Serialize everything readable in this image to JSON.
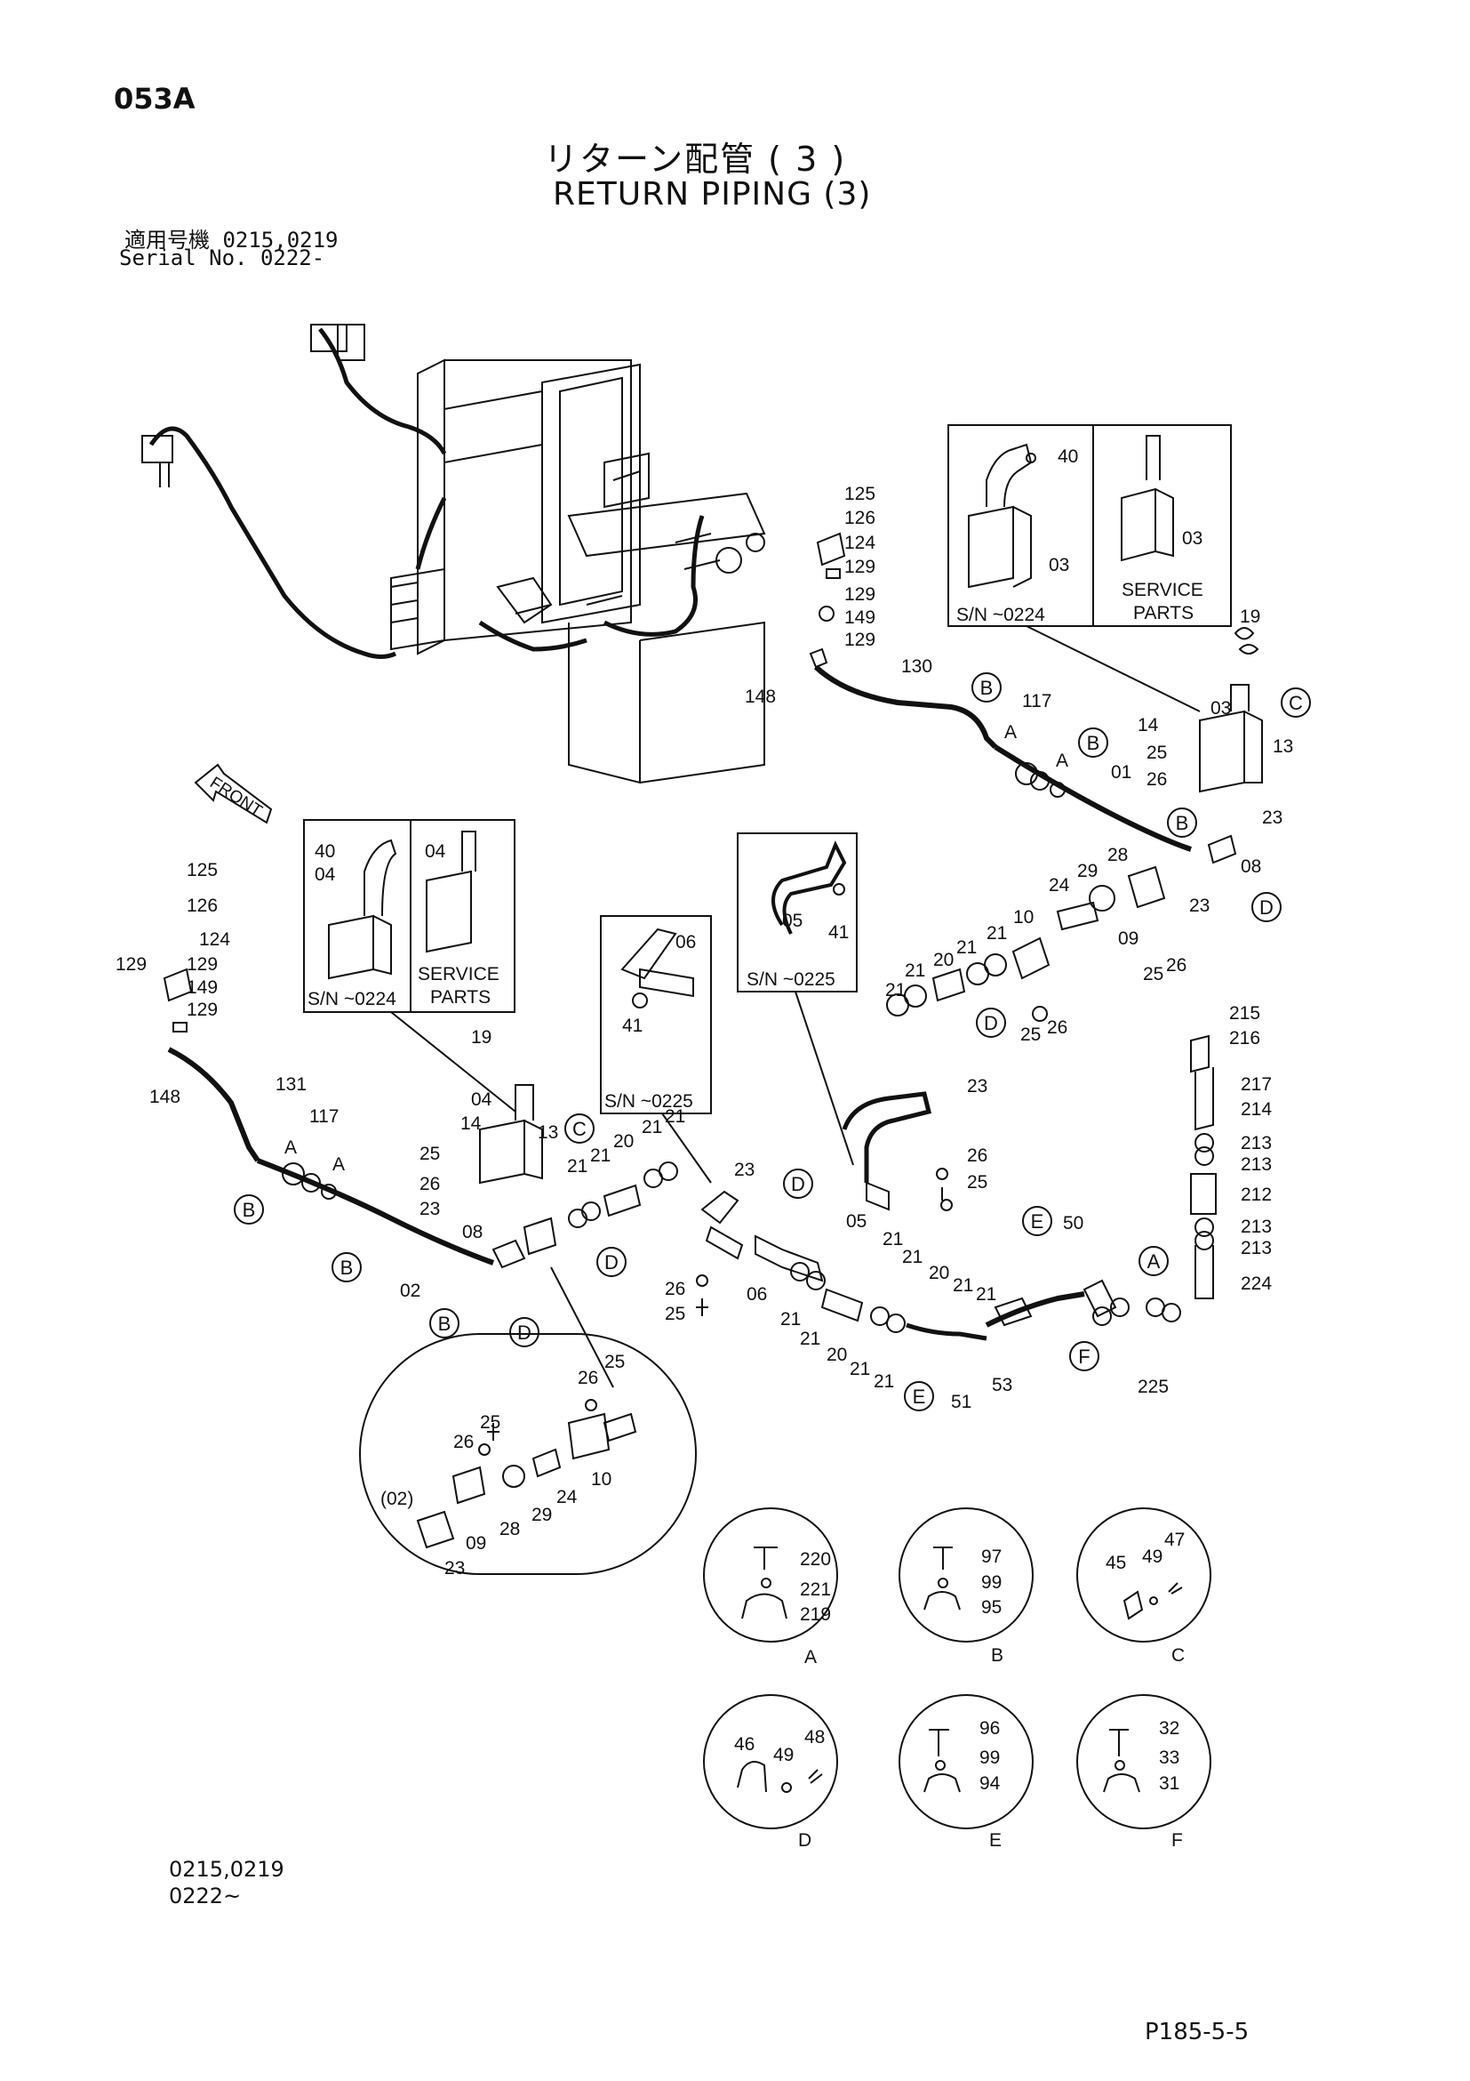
{
  "header": {
    "page_code": "053A",
    "title_jp": "リターン配管 ( 3 )",
    "title_en": "RETURN PIPING (3)",
    "serial_jp": "適用号機  0215,0219",
    "serial_en": "Serial No. 0222-"
  },
  "footer": {
    "applies_line1": "0215,0219",
    "applies_line2": "0222~",
    "page_ref": "P185-5-5"
  },
  "front_label": "FRONT",
  "insets": {
    "top_right": {
      "sn": "S/N ~0224",
      "service": [
        "SERVICE",
        "PARTS"
      ],
      "labels": [
        "40",
        "03",
        "03"
      ]
    },
    "left": {
      "sn": "S/N ~0224",
      "service": [
        "SERVICE",
        "PARTS"
      ],
      "labels": [
        "40",
        "04",
        "04"
      ]
    },
    "mid": {
      "sn": "S/N ~0225",
      "labels": [
        "06",
        "41"
      ]
    },
    "right": {
      "sn": "S/N ~0225",
      "labels": [
        "05",
        "41"
      ]
    }
  },
  "detail_oval_labels": [
    "(02)",
    "23",
    "09",
    "28",
    "29",
    "24",
    "10",
    "26",
    "25",
    "26",
    "25"
  ],
  "callouts": [
    "B",
    "B",
    "C",
    "D",
    "B",
    "D",
    "B",
    "B",
    "B",
    "C",
    "D",
    "D",
    "D",
    "E",
    "A",
    "F",
    "E"
  ],
  "part_labels": {
    "top_right_group": [
      "125",
      "126",
      "124",
      "129",
      "129",
      "149",
      "129",
      "148",
      "130",
      "117",
      "A",
      "A",
      "01",
      "14",
      "25",
      "26",
      "03",
      "19",
      "13",
      "23",
      "08",
      "23",
      "24",
      "29",
      "28",
      "09",
      "25",
      "26",
      "10",
      "21",
      "21",
      "20",
      "21",
      "21",
      "25",
      "26"
    ],
    "left_group": [
      "125",
      "126",
      "124",
      "129",
      "129",
      "149",
      "129",
      "148",
      "131",
      "117",
      "A",
      "A",
      "02",
      "19",
      "04",
      "14",
      "13",
      "25",
      "26",
      "23",
      "08",
      "21",
      "21",
      "20",
      "21",
      "21"
    ],
    "center_group": [
      "23",
      "26",
      "25",
      "06",
      "23",
      "05",
      "26",
      "25",
      "21",
      "21",
      "20",
      "21",
      "21",
      "21",
      "21",
      "20",
      "21",
      "21",
      "50",
      "51",
      "53",
      "225",
      "215",
      "216",
      "217",
      "214",
      "213",
      "213",
      "212",
      "213",
      "213",
      "224"
    ]
  },
  "detail_circles": [
    {
      "letter": "A",
      "labels": [
        "220",
        "221",
        "219"
      ]
    },
    {
      "letter": "B",
      "labels": [
        "97",
        "99",
        "95"
      ]
    },
    {
      "letter": "C",
      "labels": [
        "45",
        "49",
        "47"
      ]
    },
    {
      "letter": "D",
      "labels": [
        "46",
        "49",
        "48"
      ]
    },
    {
      "letter": "E",
      "labels": [
        "96",
        "99",
        "94"
      ]
    },
    {
      "letter": "F",
      "labels": [
        "32",
        "33",
        "31"
      ]
    }
  ]
}
